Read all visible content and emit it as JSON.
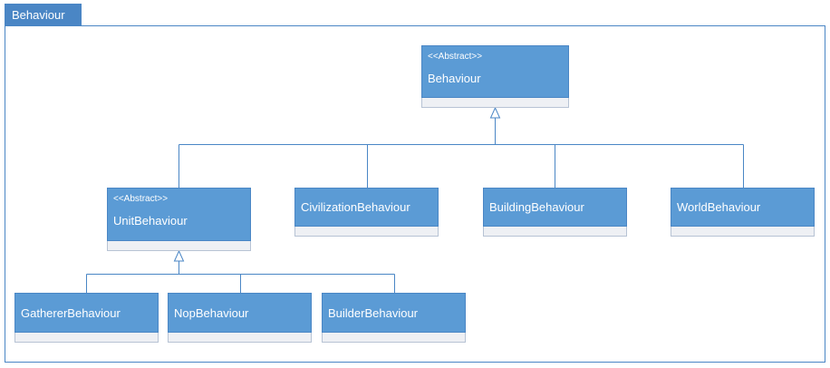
{
  "frame": {
    "title": "Behaviour"
  },
  "colors": {
    "header_fill": "#5b9bd5",
    "border": "#4a86c5",
    "footer_fill": "#eef0f4",
    "connector": "#4a86c5"
  },
  "classes": [
    {
      "stereotype": "<<Abstract>>",
      "name": "Behaviour"
    },
    {
      "stereotype": "<<Abstract>>",
      "name": "UnitBehaviour"
    },
    {
      "stereotype": "",
      "name": "CivilizationBehaviour"
    },
    {
      "stereotype": "",
      "name": "BuildingBehaviour"
    },
    {
      "stereotype": "",
      "name": "WorldBehaviour"
    },
    {
      "stereotype": "",
      "name": "GathererBehaviour"
    },
    {
      "stereotype": "",
      "name": "NopBehaviour"
    },
    {
      "stereotype": "",
      "name": "BuilderBehaviour"
    }
  ],
  "relations": [
    {
      "type": "generalization",
      "parent": "Behaviour",
      "children": [
        "UnitBehaviour",
        "CivilizationBehaviour",
        "BuildingBehaviour",
        "WorldBehaviour"
      ]
    },
    {
      "type": "generalization",
      "parent": "UnitBehaviour",
      "children": [
        "GathererBehaviour",
        "NopBehaviour",
        "BuilderBehaviour"
      ]
    }
  ]
}
